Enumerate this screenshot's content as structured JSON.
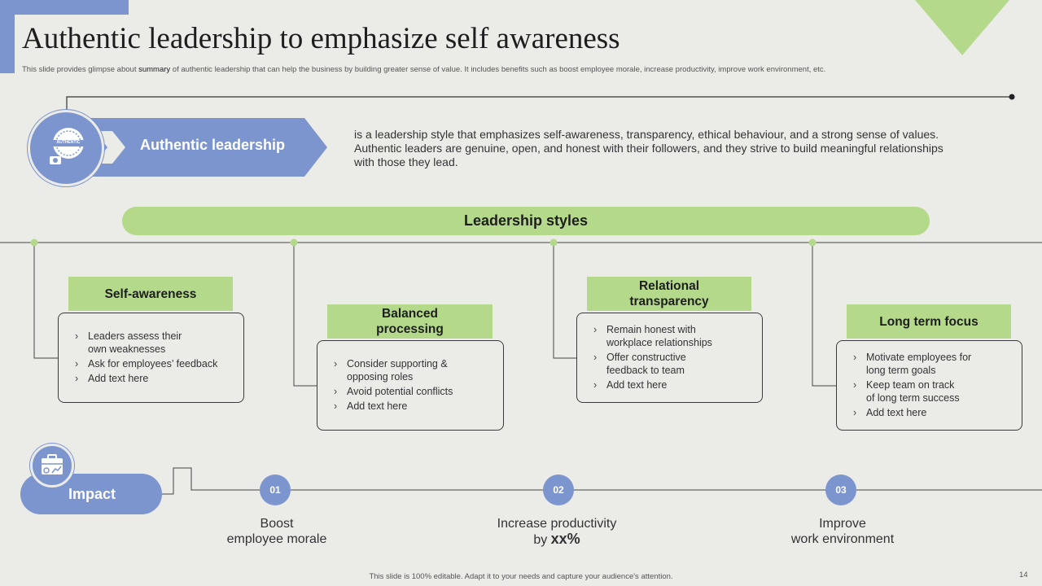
{
  "title": "Authentic leadership to emphasize self awareness",
  "subtitle": {
    "before": "This slide provides glimpse about ",
    "emph": "summary",
    "after": " of authentic leadership that can help the business by building greater sense of value. It includes benefits such as boost employee morale,  increase productivity, improve work environment, etc."
  },
  "badge_text": "AUTHENTIC",
  "authentic": {
    "label": "Authentic leadership",
    "description": "is a leadership style that emphasizes self-awareness, transparency, ethical behaviour,  and a strong sense of values. Authentic  leaders are genuine, open, and honest with their followers, and they strive to build meaningful relationships with those they lead."
  },
  "styles_banner": "Leadership styles",
  "styles": [
    {
      "title": "Self-awareness",
      "items": [
        "Leaders assess their own weaknesses",
        "Ask for employees’ feedback",
        "Add text here"
      ]
    },
    {
      "title": "Balanced processing",
      "items": [
        "Consider supporting & opposing roles",
        "Avoid potential conflicts",
        "Add text here"
      ]
    },
    {
      "title": "Relational transparency",
      "items": [
        "Remain honest with workplace relationships",
        "Offer constructive feedback to team",
        "Add text here"
      ]
    },
    {
      "title": "Long term focus",
      "items": [
        "Motivate employees for long term goals",
        "Keep team on track of long term success",
        "Add text here"
      ]
    }
  ],
  "impact": {
    "label": "Impact",
    "points": [
      {
        "num": "01",
        "line1": "Boost",
        "line2": "employee morale"
      },
      {
        "num": "02",
        "line1": "Increase  productivity",
        "line2_prefix": "by ",
        "line2_bold": "xx%"
      },
      {
        "num": "03",
        "line1": "Improve",
        "line2": "work environment"
      }
    ]
  },
  "footer": "This slide is 100% editable.  Adapt it to your needs and capture your audience's attention.",
  "page_number": "14",
  "colors": {
    "accent_blue": "#7d95cf",
    "accent_green": "#b4d98b",
    "background": "#ebebe8"
  }
}
